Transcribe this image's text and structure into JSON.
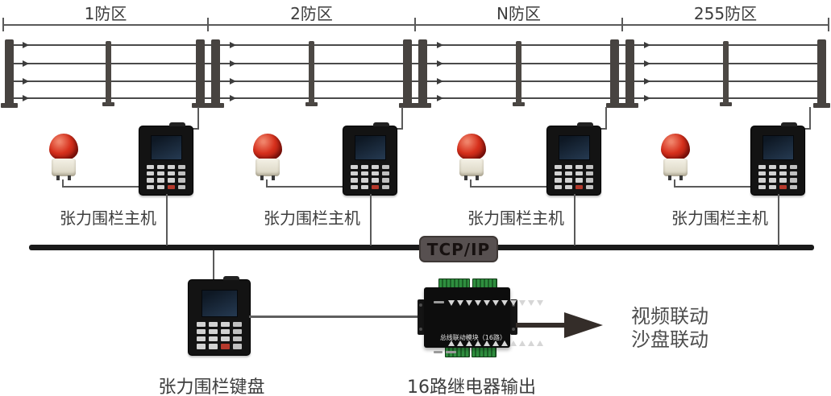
{
  "zones": [
    {
      "label": "1防区"
    },
    {
      "label": "2防区"
    },
    {
      "label": "N防区"
    },
    {
      "label": "255防区"
    }
  ],
  "units": [
    {
      "label": "张力围栏主机"
    },
    {
      "label": "张力围栏主机"
    },
    {
      "label": "张力围栏主机"
    },
    {
      "label": "张力围栏主机"
    }
  ],
  "bus": {
    "label": "TCP/IP"
  },
  "keyboard": {
    "label": "张力围栏键盘"
  },
  "relay_module": {
    "label": "总线联动模块（16路）",
    "caption": "16路继电器输出"
  },
  "linkage": {
    "line1": "视频联动",
    "line2": "沙盘联动"
  },
  "colors": {
    "text_gray": "#3d3d3d",
    "bus_black": "#1a1a1a",
    "badge_bg": "#575050",
    "beacon_red": "#d6301c",
    "terminal_green": "#2f8f3f",
    "wire_gray": "#5a5a5a"
  }
}
